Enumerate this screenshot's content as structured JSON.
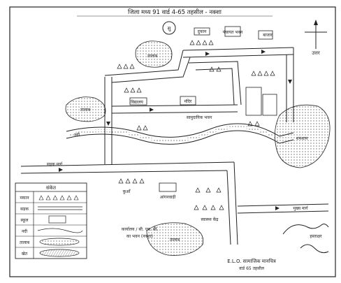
{
  "map": {
    "title": "जिला मध्य 91 वार्ड 4-65 तहसील - नक्शा",
    "north_symbol": "N",
    "north_label": "उत्तर",
    "badge": "सु",
    "signature": "हस्ताक्षर",
    "footer_text": "E.L.O. सामाजिक मानचित्र",
    "footer_sub": "वार्ड 65 तहसील",
    "legend_header": "संकेत",
    "legend_rows": [
      {
        "label": "मकान",
        "symbol": "houses"
      },
      {
        "label": "सड़क",
        "symbol": "road"
      },
      {
        "label": "स्कूल",
        "symbol": "school"
      },
      {
        "label": "नदी",
        "symbol": "river"
      },
      {
        "label": "तालाब",
        "symbol": "pond"
      },
      {
        "label": "खेत",
        "symbol": "field"
      }
    ],
    "place_labels": [
      {
        "name": "label-pond-top",
        "text": "तालाब"
      },
      {
        "name": "label-pond-left",
        "text": "तालाब"
      },
      {
        "name": "label-pond-right",
        "text": "शमशान"
      },
      {
        "name": "label-pond-bottom",
        "text": "तालाब"
      },
      {
        "name": "label-road-left",
        "text": "सड़क मार्ग"
      },
      {
        "name": "label-road-right",
        "text": "मुख्य मार्ग"
      },
      {
        "name": "label-school",
        "text": "विद्यालय"
      },
      {
        "name": "label-temple",
        "text": "मंदिर"
      },
      {
        "name": "label-anganwadi",
        "text": "आंगनवाड़ी"
      },
      {
        "name": "label-panchayat",
        "text": "पंचायत भवन"
      },
      {
        "name": "label-hospital",
        "text": "स्वास्थ्य केंद्र"
      },
      {
        "name": "label-office",
        "text": "कार्यालय / सी. एच. सी."
      },
      {
        "name": "label-office-sub",
        "text": "का भवन (नक्शा)"
      },
      {
        "name": "label-well",
        "text": "कुआँ"
      },
      {
        "name": "label-market",
        "text": "बाजार"
      },
      {
        "name": "label-shop",
        "text": "दुकान"
      },
      {
        "name": "label-river",
        "text": "नदी"
      },
      {
        "name": "label-bhawan",
        "text": "सामुदायिक भवन"
      }
    ]
  }
}
